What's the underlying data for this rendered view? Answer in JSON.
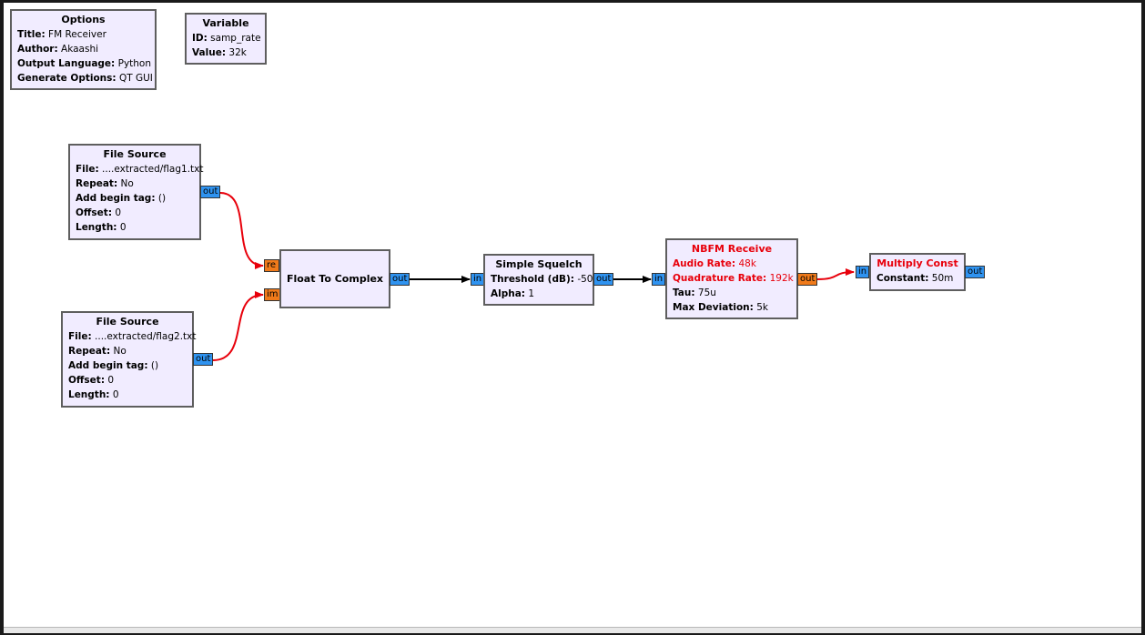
{
  "options": {
    "title": "Options",
    "rows": [
      {
        "label": "Title:",
        "value": "FM Receiver"
      },
      {
        "label": "Author:",
        "value": "Akaashi"
      },
      {
        "label": "Output Language:",
        "value": "Python"
      },
      {
        "label": "Generate Options:",
        "value": "QT GUI"
      }
    ]
  },
  "variable": {
    "title": "Variable",
    "rows": [
      {
        "label": "ID:",
        "value": "samp_rate"
      },
      {
        "label": "Value:",
        "value": "32k"
      }
    ]
  },
  "file_source_1": {
    "title": "File Source",
    "rows": [
      {
        "label": "File:",
        "value": "....extracted/flag1.txt"
      },
      {
        "label": "Repeat:",
        "value": "No"
      },
      {
        "label": "Add begin tag:",
        "value": "()"
      },
      {
        "label": "Offset:",
        "value": "0"
      },
      {
        "label": "Length:",
        "value": "0"
      }
    ],
    "out_port": "out"
  },
  "file_source_2": {
    "title": "File Source",
    "rows": [
      {
        "label": "File:",
        "value": "....extracted/flag2.txt"
      },
      {
        "label": "Repeat:",
        "value": "No"
      },
      {
        "label": "Add begin tag:",
        "value": "()"
      },
      {
        "label": "Offset:",
        "value": "0"
      },
      {
        "label": "Length:",
        "value": "0"
      }
    ],
    "out_port": "out"
  },
  "float_to_complex": {
    "title": "Float To Complex",
    "in_re": "re",
    "in_im": "im",
    "out_port": "out"
  },
  "simple_squelch": {
    "title": "Simple Squelch",
    "rows": [
      {
        "label": "Threshold (dB):",
        "value": "-50"
      },
      {
        "label": "Alpha:",
        "value": "1"
      }
    ],
    "in_port": "in",
    "out_port": "out"
  },
  "nbfm_receive": {
    "title": "NBFM Receive",
    "rows": [
      {
        "label": "Audio Rate:",
        "value": "48k"
      },
      {
        "label": "Quadrature Rate:",
        "value": "192k"
      },
      {
        "label": "Tau:",
        "value": "75u"
      },
      {
        "label": "Max Deviation:",
        "value": "5k"
      }
    ],
    "in_port": "in",
    "out_port": "out"
  },
  "multiply_const": {
    "title": "Multiply Const",
    "rows": [
      {
        "label": "Constant:",
        "value": "50m"
      }
    ],
    "in_port": "in",
    "out_port": "out"
  },
  "colors": {
    "block_bg": "#f1ecff",
    "error_red": "#e8000b",
    "port_float": "#f07a1a",
    "port_complex": "#2f93f0",
    "wire_ok": "#000000",
    "wire_error": "#e8000b"
  }
}
